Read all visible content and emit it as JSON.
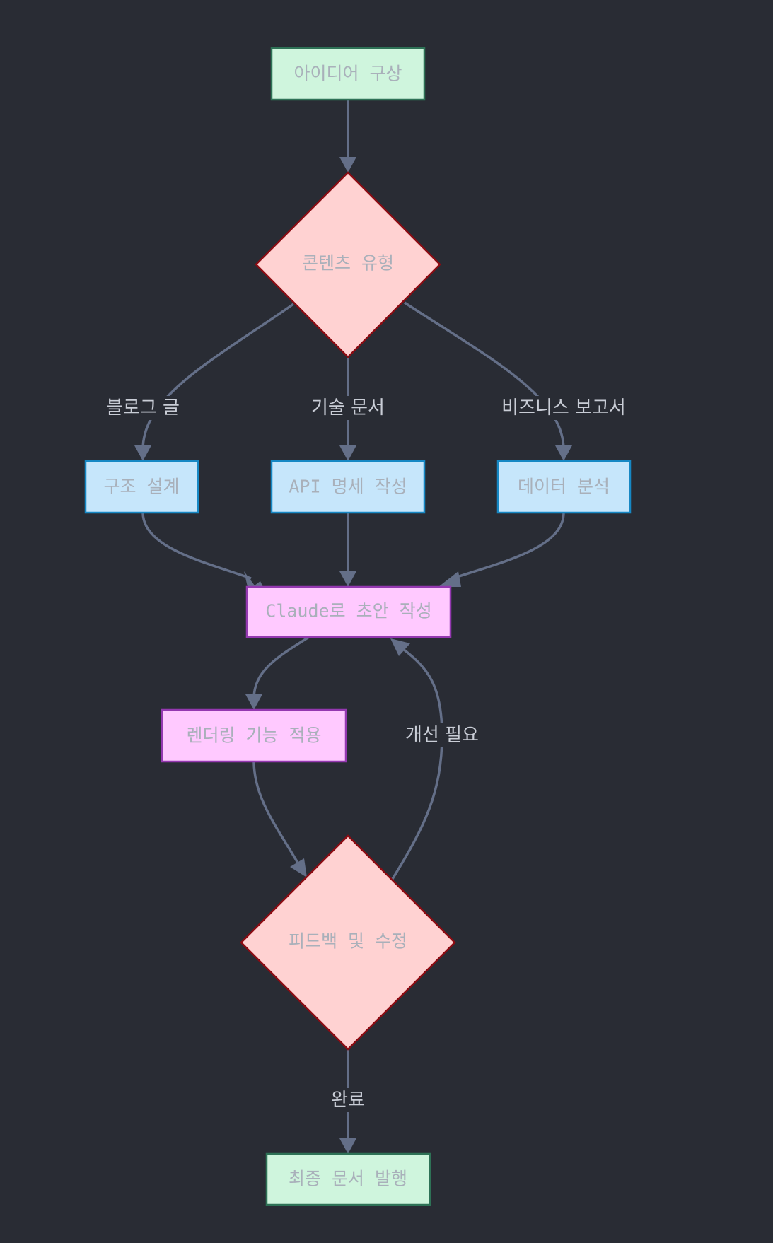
{
  "colors": {
    "background": "#292c34",
    "edge": "#646f88",
    "start_end_fill": "#cff5dd",
    "decision_fill": "#ffd2d2",
    "process_fill": "#c6e6fb",
    "action_fill": "#ffc9ff"
  },
  "nodes": {
    "idea": "아이디어 구상",
    "content_type": "콘텐츠 유형",
    "structure": "구조 설계",
    "api_spec": "API 명세 작성",
    "data_analysis": "데이터 분석",
    "claude_draft": "Claude로 초안 작성",
    "rendering": "렌더링 기능 적용",
    "feedback": "피드백 및 수정",
    "publish": "최종 문서 발행"
  },
  "edge_labels": {
    "blog": "블로그 글",
    "tech_doc": "기술 문서",
    "business_report": "비즈니스 보고서",
    "needs_improvement": "개선 필요",
    "done": "완료"
  }
}
